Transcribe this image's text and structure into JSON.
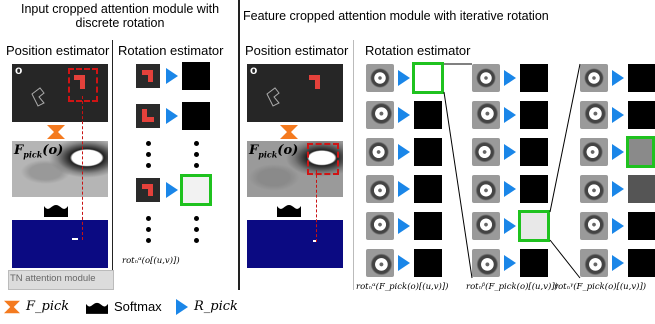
{
  "left_title": "Input cropped attention module with discrete rotation",
  "right_title": "Feature cropped attention module with iterative rotation",
  "left_position_label": "Position estimator",
  "left_rotation_label": "Rotation estimator",
  "right_position_label": "Position estimator",
  "right_rotation_label": "Rotation estimator",
  "obs_symbol": "o",
  "fpick_label": "F_pick(o)",
  "tn_label": "TN attention module",
  "rot_alpha_bottom": "rotₙᵅ(o[(u,v)])",
  "rot_alpha_feat": "rotₙᵅ(F_pick(o)[(u,v)])",
  "rot_beta_feat": "rotₙᵝ(F_pick(o)[(u,v)])",
  "rot_gamma_feat": "rotₙᵞ(F_pick(o)[(u,v)])",
  "legend_fpick": "F_pick",
  "legend_softmax": "Softmax",
  "legend_rpick": "R_pick",
  "colors": {
    "accent_blue": "#1a86e8",
    "accent_orange": "#f47a1f",
    "green": "#1fc21f",
    "red": "#d01414",
    "heatmap": "#0b0a82"
  }
}
